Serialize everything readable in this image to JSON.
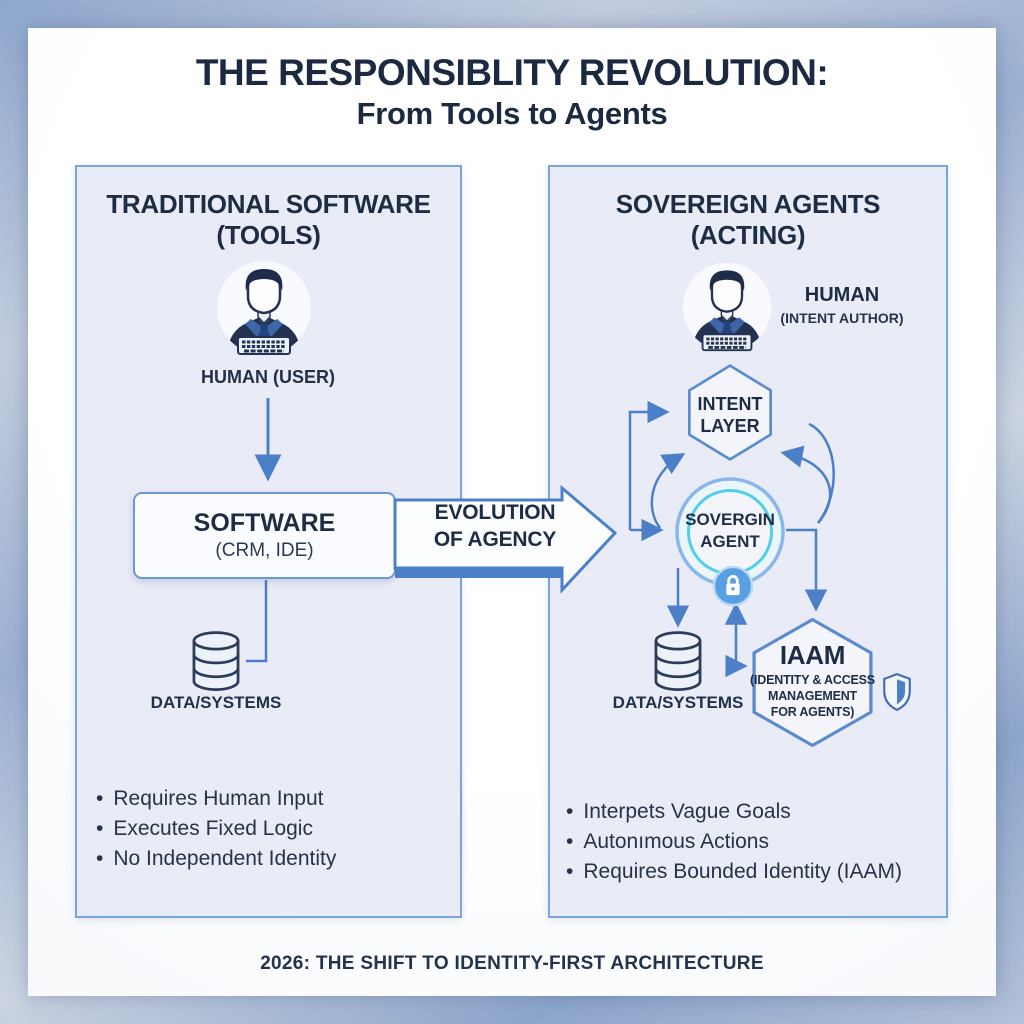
{
  "title": {
    "line1": "THE RESPONSIBLITY REVOLUTION:",
    "line2": "From Tools to Agents"
  },
  "left_panel": {
    "heading_line1": "TRADITIONAL SOFTWARE",
    "heading_line2": "(TOOLS)",
    "human_label": "HUMAN (USER)",
    "software_box": {
      "line1": "SOFTWARE",
      "line2": "(CRM, IDE)"
    },
    "data_systems_label": "DATA/SYSTEMS",
    "bullets": [
      "Requires Human Input",
      "Executes Fixed Logic",
      "No Independent Identity"
    ]
  },
  "evolution_arrow": {
    "line1": "EVOLUTION",
    "line2": "OF AGENCY"
  },
  "right_panel": {
    "heading_line1": "SOVEREIGN AGENTS",
    "heading_line2": "(ACTING)",
    "human_label_line1": "HUMAN",
    "human_label_line2": "(INTENT AUTHOR)",
    "intent_layer": {
      "line1": "INTENT",
      "line2": "LAYER"
    },
    "sovereign_agent": {
      "line1": "SOVERGIN",
      "line2": "AGENT"
    },
    "iaam": {
      "line1": "IAAM",
      "line2": "(IDENTITY & ACCESS",
      "line3": "MANAGEMENT",
      "line4": "FOR AGENTS)"
    },
    "data_systems_label": "DATA/SYSTEMS",
    "bullets": [
      "Interpets Vague Goals",
      "Autonımous Actions",
      "Requires Bounded Identity (IAAM)"
    ]
  },
  "footer": "2026: THE SHIFT TO IDENTITY-FIRST ARCHITECTURE",
  "icons": {
    "human": "businessman-with-keyboard",
    "database": "database-cylinder",
    "lock": "padlock-badge",
    "shield": "security-shield",
    "hexagon": "hexagon-node",
    "agent_rings": "concentric-agent-rings"
  },
  "colors": {
    "navy": "#1e2c44",
    "accent": "#4b80c8",
    "panel_fill": "#e9ecf6",
    "panel_border": "#7aa4dc",
    "cyan": "#52cfe8",
    "lock_fill": "#58a0e2"
  }
}
